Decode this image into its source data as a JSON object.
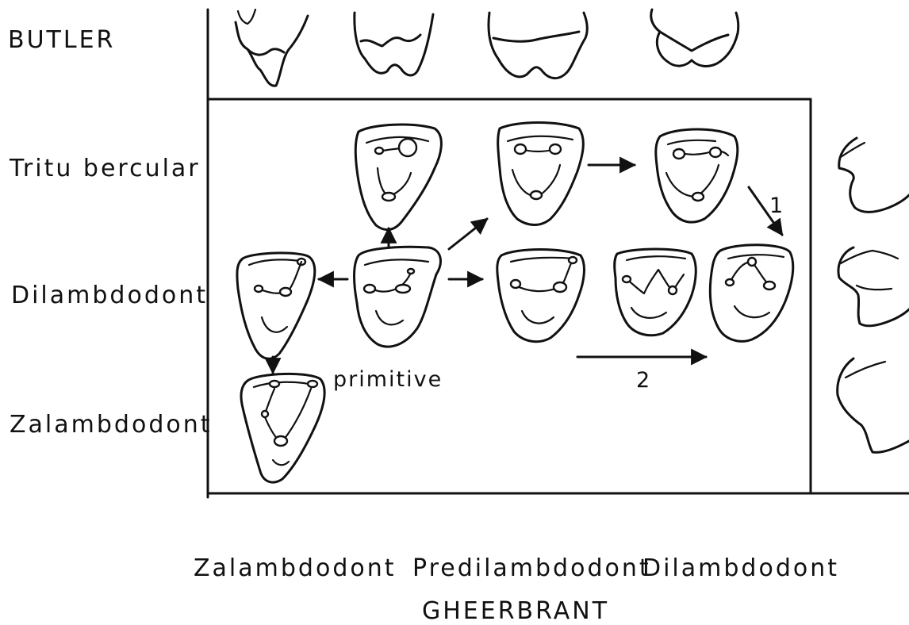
{
  "labels": {
    "butler": "BUTLER",
    "tritubercular": "Tritu bercular",
    "dilambdodont_row": "Dilambdodont",
    "zalambdodont_row": "Zalambdodont",
    "primitive": "primitive",
    "arrow_1": "1",
    "arrow_2": "2"
  },
  "footer": {
    "zalambdodont": "Zalambdodont",
    "predilambdodont": "Predilambdodont",
    "dilambdodont": "Dilambdodont",
    "gheerbrant": "GHEERBRANT"
  }
}
